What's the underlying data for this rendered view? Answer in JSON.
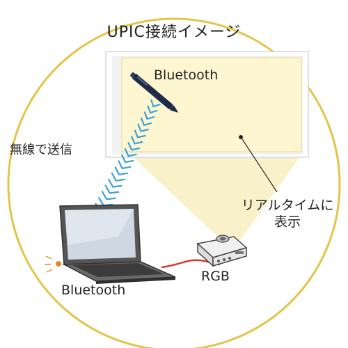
{
  "diagram": {
    "title": "UPIC接続イメージ",
    "pen_label": "Bluetooth",
    "laptop_label": "Bluetooth",
    "wireless_label": "無線で送信",
    "realtime_label": "リアルタイムに表示",
    "cable_label": "RGB"
  },
  "colors": {
    "circle_stroke": "#e3c445",
    "screen_fill": "#fdf6d0",
    "screen_frame": "#e7e7e7",
    "beam": "#f7ecb8",
    "signal_waves": "#3aa0d8",
    "pen": "#1e2a4a",
    "laptop": "#4a4a4a",
    "rgb_cable": "#d23b2e",
    "bluetooth_led": "#e88a2a"
  },
  "icons": [
    "pen-icon",
    "laptop-icon",
    "projector-icon",
    "signal-waves-icon",
    "rgb-cable-icon"
  ]
}
